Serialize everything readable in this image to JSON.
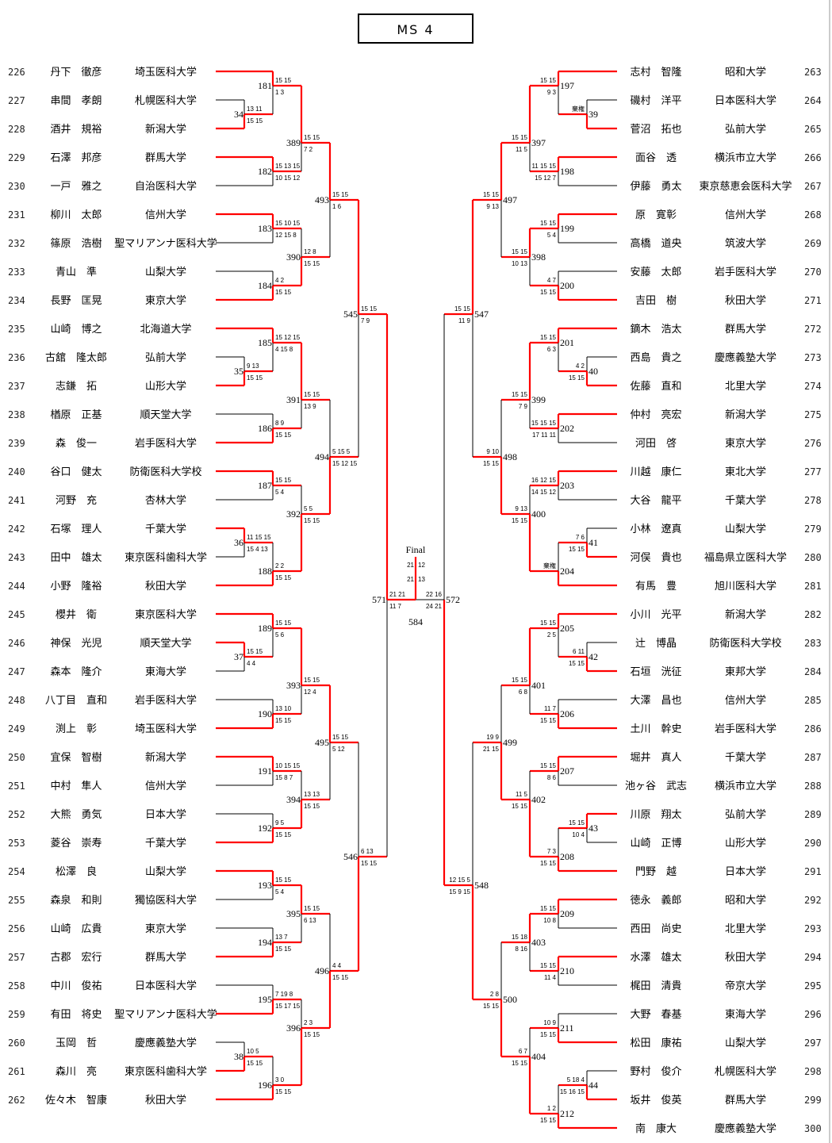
{
  "title": "MS 4",
  "final": {
    "label": "Final",
    "id": "584",
    "games": [
      [
        "21",
        "12"
      ],
      [
        "21",
        "13"
      ]
    ],
    "winner": "left"
  },
  "players": {
    "left": [
      {
        "num": "226",
        "name": "丹下　徹彦",
        "school": "埼玉医科大学"
      },
      {
        "num": "227",
        "name": "串間　孝朗",
        "school": "札幌医科大学"
      },
      {
        "num": "228",
        "name": "酒井　規裕",
        "school": "新潟大学"
      },
      {
        "num": "229",
        "name": "石澤　邦彦",
        "school": "群馬大学"
      },
      {
        "num": "230",
        "name": "一戸　雅之",
        "school": "自治医科大学"
      },
      {
        "num": "231",
        "name": "柳川　太郎",
        "school": "信州大学"
      },
      {
        "num": "232",
        "name": "篠原　浩樹",
        "school": "聖マリアンナ医科大学"
      },
      {
        "num": "233",
        "name": "青山　準",
        "school": "山梨大学"
      },
      {
        "num": "234",
        "name": "長野　匡晃",
        "school": "東京大学"
      },
      {
        "num": "235",
        "name": "山崎　博之",
        "school": "北海道大学"
      },
      {
        "num": "236",
        "name": "古舘　隆太郎",
        "school": "弘前大学"
      },
      {
        "num": "237",
        "name": "志鎌　拓",
        "school": "山形大学"
      },
      {
        "num": "238",
        "name": "楢原　正基",
        "school": "順天堂大学"
      },
      {
        "num": "239",
        "name": "森　俊一",
        "school": "岩手医科大学"
      },
      {
        "num": "240",
        "name": "谷口　健太",
        "school": "防衛医科大学校"
      },
      {
        "num": "241",
        "name": "河野　充",
        "school": "杏林大学"
      },
      {
        "num": "242",
        "name": "石塚　理人",
        "school": "千葉大学"
      },
      {
        "num": "243",
        "name": "田中　雄太",
        "school": "東京医科歯科大学"
      },
      {
        "num": "244",
        "name": "小野　隆裕",
        "school": "秋田大学"
      },
      {
        "num": "245",
        "name": "櫻井　衛",
        "school": "東京医科大学"
      },
      {
        "num": "246",
        "name": "神保　光児",
        "school": "順天堂大学"
      },
      {
        "num": "247",
        "name": "森本　隆介",
        "school": "東海大学"
      },
      {
        "num": "248",
        "name": "八丁目　直和",
        "school": "岩手医科大学"
      },
      {
        "num": "249",
        "name": "渕上　彰",
        "school": "埼玉医科大学"
      },
      {
        "num": "250",
        "name": "宜保　智樹",
        "school": "新潟大学"
      },
      {
        "num": "251",
        "name": "中村　隼人",
        "school": "信州大学"
      },
      {
        "num": "252",
        "name": "大熊　勇気",
        "school": "日本大学"
      },
      {
        "num": "253",
        "name": "菱谷　崇寿",
        "school": "千葉大学"
      },
      {
        "num": "254",
        "name": "松澤　良",
        "school": "山梨大学"
      },
      {
        "num": "255",
        "name": "森泉　和則",
        "school": "獨協医科大学"
      },
      {
        "num": "256",
        "name": "山崎　広貴",
        "school": "東京大学"
      },
      {
        "num": "257",
        "name": "古郡　宏行",
        "school": "群馬大学"
      },
      {
        "num": "258",
        "name": "中川　俊祐",
        "school": "日本医科大学"
      },
      {
        "num": "259",
        "name": "有田　将史",
        "school": "聖マリアンナ医科大学"
      },
      {
        "num": "260",
        "name": "玉岡　哲",
        "school": "慶應義塾大学"
      },
      {
        "num": "261",
        "name": "森川　亮",
        "school": "東京医科歯科大学"
      },
      {
        "num": "262",
        "name": "佐々木　智康",
        "school": "秋田大学"
      }
    ],
    "right": [
      {
        "num": "263",
        "name": "志村　智隆",
        "school": "昭和大学"
      },
      {
        "num": "264",
        "name": "磯村　洋平",
        "school": "日本医科大学"
      },
      {
        "num": "265",
        "name": "菅沼　拓也",
        "school": "弘前大学"
      },
      {
        "num": "266",
        "name": "面谷　透",
        "school": "横浜市立大学"
      },
      {
        "num": "267",
        "name": "伊藤　勇太",
        "school": "東京慈恵会医科大学"
      },
      {
        "num": "268",
        "name": "原　寛彰",
        "school": "信州大学"
      },
      {
        "num": "269",
        "name": "高橋　道央",
        "school": "筑波大学"
      },
      {
        "num": "270",
        "name": "安藤　太郎",
        "school": "岩手医科大学"
      },
      {
        "num": "271",
        "name": "吉田　樹",
        "school": "秋田大学"
      },
      {
        "num": "272",
        "name": "鏑木　浩太",
        "school": "群馬大学"
      },
      {
        "num": "273",
        "name": "西島　貴之",
        "school": "慶應義塾大学"
      },
      {
        "num": "274",
        "name": "佐藤　直和",
        "school": "北里大学"
      },
      {
        "num": "275",
        "name": "仲村　亮宏",
        "school": "新潟大学"
      },
      {
        "num": "276",
        "name": "河田　啓",
        "school": "東京大学"
      },
      {
        "num": "277",
        "name": "川越　康仁",
        "school": "東北大学"
      },
      {
        "num": "278",
        "name": "大谷　龍平",
        "school": "千葉大学"
      },
      {
        "num": "279",
        "name": "小林　遼真",
        "school": "山梨大学"
      },
      {
        "num": "280",
        "name": "河俣　貴也",
        "school": "福島県立医科大学"
      },
      {
        "num": "281",
        "name": "有馬　豊",
        "school": "旭川医科大学"
      },
      {
        "num": "282",
        "name": "小川　光平",
        "school": "新潟大学"
      },
      {
        "num": "283",
        "name": "辻　博晶",
        "school": "防衛医科大学校"
      },
      {
        "num": "284",
        "name": "石垣　洸征",
        "school": "東邦大学"
      },
      {
        "num": "285",
        "name": "大澤　昌也",
        "school": "信州大学"
      },
      {
        "num": "286",
        "name": "土川　幹史",
        "school": "岩手医科大学"
      },
      {
        "num": "287",
        "name": "堀井　真人",
        "school": "千葉大学"
      },
      {
        "num": "288",
        "name": "池ヶ谷　武志",
        "school": "横浜市立大学"
      },
      {
        "num": "289",
        "name": "川原　翔太",
        "school": "弘前大学"
      },
      {
        "num": "290",
        "name": "山崎　正博",
        "school": "山形大学"
      },
      {
        "num": "291",
        "name": "門野　越",
        "school": "日本大学"
      },
      {
        "num": "292",
        "name": "徳永　義郎",
        "school": "昭和大学"
      },
      {
        "num": "293",
        "name": "西田　尚史",
        "school": "北里大学"
      },
      {
        "num": "294",
        "name": "水澤　雄太",
        "school": "秋田大学"
      },
      {
        "num": "295",
        "name": "梶田　清貴",
        "school": "帝京大学"
      },
      {
        "num": "296",
        "name": "大野　春基",
        "school": "東海大学"
      },
      {
        "num": "297",
        "name": "松田　康祐",
        "school": "山梨大学"
      },
      {
        "num": "298",
        "name": "野村　俊介",
        "school": "札幌医科大学"
      },
      {
        "num": "299",
        "name": "坂井　俊英",
        "school": "群馬大学"
      },
      {
        "num": "300",
        "name": "南　康大",
        "school": "慶應義塾大学"
      }
    ]
  },
  "matches": {
    "left": [
      {
        "id": "34",
        "a": "227",
        "b": "228",
        "s": [
          "13 11",
          "15 15"
        ],
        "w": 1
      },
      {
        "id": "181",
        "a": "226",
        "b": "m34",
        "s": [
          "15 15",
          "1 3"
        ],
        "w": 0
      },
      {
        "id": "182",
        "a": "229",
        "b": "230",
        "s": [
          "15 13 15",
          "10 15 12"
        ],
        "w": 0
      },
      {
        "id": "389",
        "a": "m181",
        "b": "m182",
        "s": [
          "15 15",
          "7 2"
        ],
        "w": 0
      },
      {
        "id": "183",
        "a": "231",
        "b": "232",
        "s": [
          "15 10 15",
          "12 15 8"
        ],
        "w": 0
      },
      {
        "id": "184",
        "a": "233",
        "b": "234",
        "s": [
          "4 2",
          "15 15"
        ],
        "w": 1
      },
      {
        "id": "390",
        "a": "m183",
        "b": "m184",
        "s": [
          "12 8",
          "15 15"
        ],
        "w": 1
      },
      {
        "id": "493",
        "a": "m389",
        "b": "m390",
        "s": [
          "15 15",
          "1 6"
        ],
        "w": 0
      },
      {
        "id": "35",
        "a": "236",
        "b": "237",
        "s": [
          "9 13",
          "15 15"
        ],
        "w": 1
      },
      {
        "id": "185",
        "a": "235",
        "b": "m35",
        "s": [
          "15 12 15",
          "4 15 8"
        ],
        "w": 0
      },
      {
        "id": "186",
        "a": "238",
        "b": "239",
        "s": [
          "8 9",
          "15 15"
        ],
        "w": 1
      },
      {
        "id": "391",
        "a": "m185",
        "b": "m186",
        "s": [
          "15 15",
          "13 9"
        ],
        "w": 0
      },
      {
        "id": "187",
        "a": "240",
        "b": "241",
        "s": [
          "15 15",
          "5 4"
        ],
        "w": 0
      },
      {
        "id": "36",
        "a": "242",
        "b": "243",
        "s": [
          "11 15 15",
          "15 4 13"
        ],
        "w": 0
      },
      {
        "id": "188",
        "a": "m36",
        "b": "244",
        "s": [
          "2 2",
          "15 15"
        ],
        "w": 1
      },
      {
        "id": "392",
        "a": "m187",
        "b": "m188",
        "s": [
          "5 5",
          "15 15"
        ],
        "w": 1
      },
      {
        "id": "494",
        "a": "m391",
        "b": "m392",
        "s": [
          "5 15 5",
          "15 12 15"
        ],
        "w": 1
      },
      {
        "id": "545",
        "a": "m493",
        "b": "m494",
        "s": [
          "15 15",
          "7 9"
        ],
        "w": 0
      },
      {
        "id": "37",
        "a": "246",
        "b": "247",
        "s": [
          "15 15",
          "4 4"
        ],
        "w": 0
      },
      {
        "id": "189",
        "a": "245",
        "b": "m37",
        "s": [
          "15 15",
          "5 6"
        ],
        "w": 0
      },
      {
        "id": "190",
        "a": "248",
        "b": "249",
        "s": [
          "13 10",
          "15 15"
        ],
        "w": 1
      },
      {
        "id": "393",
        "a": "m189",
        "b": "m190",
        "s": [
          "15 15",
          "12 4"
        ],
        "w": 0
      },
      {
        "id": "191",
        "a": "250",
        "b": "251",
        "s": [
          "10 15 15",
          "15 8 7"
        ],
        "w": 0
      },
      {
        "id": "192",
        "a": "252",
        "b": "253",
        "s": [
          "9 5",
          "15 15"
        ],
        "w": 1
      },
      {
        "id": "394",
        "a": "m191",
        "b": "m192",
        "s": [
          "13 13",
          "15 15"
        ],
        "w": 1
      },
      {
        "id": "495",
        "a": "m393",
        "b": "m394",
        "s": [
          "15 15",
          "5 12"
        ],
        "w": 0
      },
      {
        "id": "193",
        "a": "254",
        "b": "255",
        "s": [
          "15 15",
          "5 4"
        ],
        "w": 0
      },
      {
        "id": "194",
        "a": "256",
        "b": "257",
        "s": [
          "13 7",
          "15 15"
        ],
        "w": 1
      },
      {
        "id": "395",
        "a": "m193",
        "b": "m194",
        "s": [
          "15 15",
          "6 13"
        ],
        "w": 0
      },
      {
        "id": "195",
        "a": "258",
        "b": "259",
        "s": [
          "7 19 8",
          "15 17 15"
        ],
        "w": 1
      },
      {
        "id": "38",
        "a": "260",
        "b": "261",
        "s": [
          "10 5",
          "15 15"
        ],
        "w": 1
      },
      {
        "id": "196",
        "a": "m38",
        "b": "262",
        "s": [
          "3 0",
          "15 15"
        ],
        "w": 1
      },
      {
        "id": "396",
        "a": "m195",
        "b": "m196",
        "s": [
          "2 3",
          "15 15"
        ],
        "w": 1
      },
      {
        "id": "496",
        "a": "m395",
        "b": "m396",
        "s": [
          "4 4",
          "15 15"
        ],
        "w": 1
      },
      {
        "id": "546",
        "a": "m495",
        "b": "m496",
        "s": [
          "6 13",
          "15 15"
        ],
        "w": 1
      },
      {
        "id": "571",
        "a": "m545",
        "b": "m546",
        "s": [
          "21 21",
          "11 7"
        ],
        "w": 0
      }
    ],
    "right": [
      {
        "id": "39",
        "a": "264",
        "b": "265",
        "s": [
          "棄権",
          ""
        ],
        "w": 1
      },
      {
        "id": "197",
        "a": "263",
        "b": "m39",
        "s": [
          "15 15",
          "9 3"
        ],
        "w": 0
      },
      {
        "id": "198",
        "a": "266",
        "b": "267",
        "s": [
          "11 15 15",
          "15 12 7"
        ],
        "w": 0
      },
      {
        "id": "397",
        "a": "m197",
        "b": "m198",
        "s": [
          "15 15",
          "11 5"
        ],
        "w": 0
      },
      {
        "id": "199",
        "a": "268",
        "b": "269",
        "s": [
          "15 15",
          "5 4"
        ],
        "w": 0
      },
      {
        "id": "200",
        "a": "270",
        "b": "271",
        "s": [
          "4 7",
          "15 15"
        ],
        "w": 1
      },
      {
        "id": "398",
        "a": "m199",
        "b": "m200",
        "s": [
          "15 15",
          "10 13"
        ],
        "w": 0
      },
      {
        "id": "497",
        "a": "m397",
        "b": "m398",
        "s": [
          "15 15",
          "9 13"
        ],
        "w": 0
      },
      {
        "id": "40",
        "a": "273",
        "b": "274",
        "s": [
          "4 2",
          "15 15"
        ],
        "w": 1
      },
      {
        "id": "201",
        "a": "272",
        "b": "m40",
        "s": [
          "15 15",
          "6 3"
        ],
        "w": 0
      },
      {
        "id": "202",
        "a": "275",
        "b": "276",
        "s": [
          "15 15 15",
          "17 11 11"
        ],
        "w": 0
      },
      {
        "id": "399",
        "a": "m201",
        "b": "m202",
        "s": [
          "15 15",
          "7 9"
        ],
        "w": 0
      },
      {
        "id": "203",
        "a": "277",
        "b": "278",
        "s": [
          "16 12 15",
          "14 15 12"
        ],
        "w": 0
      },
      {
        "id": "41",
        "a": "279",
        "b": "280",
        "s": [
          "7 6",
          "15 15"
        ],
        "w": 1
      },
      {
        "id": "204",
        "a": "m41",
        "b": "281",
        "s": [
          "棄権",
          ""
        ],
        "w": 1
      },
      {
        "id": "400",
        "a": "m203",
        "b": "m204",
        "s": [
          "9 13",
          "15 15"
        ],
        "w": 1
      },
      {
        "id": "498",
        "a": "m399",
        "b": "m400",
        "s": [
          "9 10",
          "15 15"
        ],
        "w": 1
      },
      {
        "id": "547",
        "a": "m497",
        "b": "m498",
        "s": [
          "15 15",
          "11 9"
        ],
        "w": 0
      },
      {
        "id": "42",
        "a": "283",
        "b": "284",
        "s": [
          "6 11",
          "15 15"
        ],
        "w": 1
      },
      {
        "id": "205",
        "a": "282",
        "b": "m42",
        "s": [
          "15 15",
          "2 5"
        ],
        "w": 0
      },
      {
        "id": "206",
        "a": "285",
        "b": "286",
        "s": [
          "11 7",
          "15 15"
        ],
        "w": 1
      },
      {
        "id": "401",
        "a": "m205",
        "b": "m206",
        "s": [
          "15 15",
          "6 8"
        ],
        "w": 0
      },
      {
        "id": "207",
        "a": "287",
        "b": "288",
        "s": [
          "15 15",
          "8 6"
        ],
        "w": 0
      },
      {
        "id": "43",
        "a": "289",
        "b": "290",
        "s": [
          "15 15",
          "10 4"
        ],
        "w": 0
      },
      {
        "id": "208",
        "a": "m43",
        "b": "291",
        "s": [
          "7 3",
          "15 15"
        ],
        "w": 1
      },
      {
        "id": "402",
        "a": "m207",
        "b": "m208",
        "s": [
          "11 5",
          "15 15"
        ],
        "w": 1
      },
      {
        "id": "499",
        "a": "m401",
        "b": "m402",
        "s": [
          "19 9",
          "21 15"
        ],
        "w": 1
      },
      {
        "id": "209",
        "a": "292",
        "b": "293",
        "s": [
          "15 15",
          "10 8"
        ],
        "w": 0
      },
      {
        "id": "210",
        "a": "294",
        "b": "295",
        "s": [
          "15 15",
          "11 4"
        ],
        "w": 0
      },
      {
        "id": "403",
        "a": "m209",
        "b": "m210",
        "s": [
          "15 18",
          "8 16"
        ],
        "w": 0
      },
      {
        "id": "211",
        "a": "296",
        "b": "297",
        "s": [
          "10 9",
          "15 15"
        ],
        "w": 1
      },
      {
        "id": "44",
        "a": "298",
        "b": "299",
        "s": [
          "5 18 4",
          "15 16 15"
        ],
        "w": 1
      },
      {
        "id": "212",
        "a": "m44",
        "b": "300",
        "s": [
          "1 2",
          "15 15"
        ],
        "w": 1
      },
      {
        "id": "404",
        "a": "m211",
        "b": "m212",
        "s": [
          "6 7",
          "15 15"
        ],
        "w": 1
      },
      {
        "id": "500",
        "a": "m403",
        "b": "m404",
        "s": [
          "2 8",
          "15 15"
        ],
        "w": 1
      },
      {
        "id": "548",
        "a": "m499",
        "b": "m500",
        "s": [
          "12 15 5",
          "15 9 15"
        ],
        "w": 1
      },
      {
        "id": "572",
        "a": "m547",
        "b": "m548",
        "s": [
          "22 16",
          "24 21"
        ],
        "w": 1
      }
    ]
  },
  "colors": {
    "win_line": "#ff0000",
    "line": "#000000"
  }
}
